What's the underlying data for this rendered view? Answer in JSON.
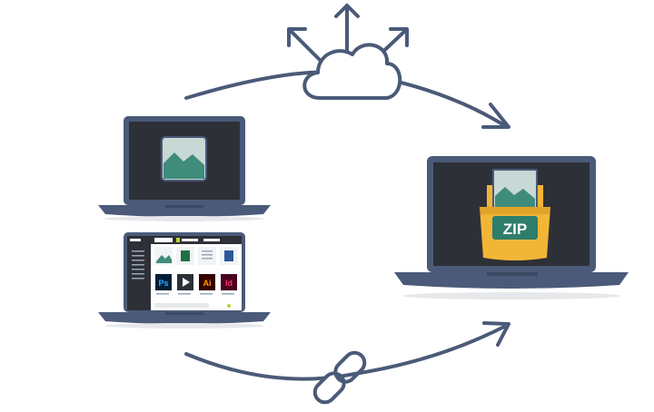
{
  "colors": {
    "stroke": "#4a5a78",
    "laptop_body": "#4a5a78",
    "screen": "#2e3038",
    "image_teal": "#3f8c7a",
    "image_bg": "#c8d8d4",
    "folder_yellow": "#f2b636",
    "zip_label_bg": "#2f7d6b",
    "zip_text": "#ffffff",
    "cloud_fill": "#ffffff",
    "ps_blue": "#31a8ff",
    "ai_orange": "#ff9a00",
    "id_pink": "#ff3366",
    "excel_green": "#1d7044",
    "word_blue": "#2b579a"
  },
  "zip_label": "ZIP",
  "app_tiles": [
    {
      "label": "Ps",
      "icon": "photoshop-icon"
    },
    {
      "label": "",
      "icon": "video-icon"
    },
    {
      "label": "Ai",
      "icon": "illustrator-icon"
    },
    {
      "label": "Id",
      "icon": "indesign-icon"
    }
  ],
  "icons": {
    "cloud": "cloud-upload-icon",
    "link": "chain-link-icon",
    "image": "image-icon",
    "zip": "zip-folder-icon"
  }
}
